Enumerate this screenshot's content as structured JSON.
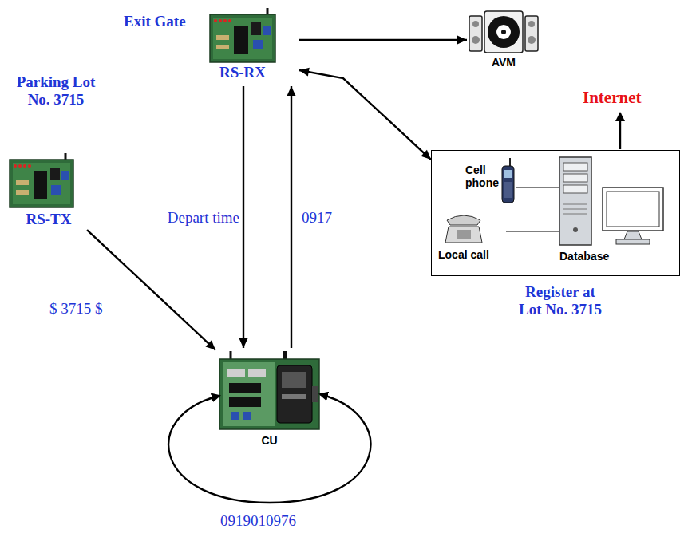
{
  "diagram": {
    "nodes": [
      {
        "text": [
          "Exit Gate",
          "RS-RX"
        ]
      },
      {
        "text": [
          "AVM"
        ]
      },
      {
        "text": [
          "RS-TX"
        ]
      },
      {
        "text": [
          "Register at Lot No. 3715"
        ]
      },
      {
        "text": [
          "Cell phone"
        ],
        "in": 3
      },
      {
        "text": [
          "Local call"
        ],
        "in": 3
      },
      {
        "text": [
          "Database"
        ],
        "in": 3
      },
      {
        "text": [
          "CU"
        ]
      }
    ],
    "edges": [
      {
        "from": 0,
        "to": 1,
        "arrow": "to"
      },
      {
        "from": 0,
        "to": 3,
        "arrow": "both"
      },
      {
        "from": 2,
        "to": 7,
        "label": "$ 3715 $",
        "arrow": "to"
      },
      {
        "from": 0,
        "to": 7,
        "label": "Depart time",
        "arrow": "to"
      },
      {
        "from": 7,
        "to": 0,
        "label": "0917",
        "arrow": "to"
      },
      {
        "from": 4,
        "to": 6,
        "arrow": "none"
      },
      {
        "from": 5,
        "to": 6,
        "arrow": "none"
      }
    ],
    "labels": [
      "Parking Lot No. 3715",
      "Internet",
      "0919010976"
    ]
  }
}
